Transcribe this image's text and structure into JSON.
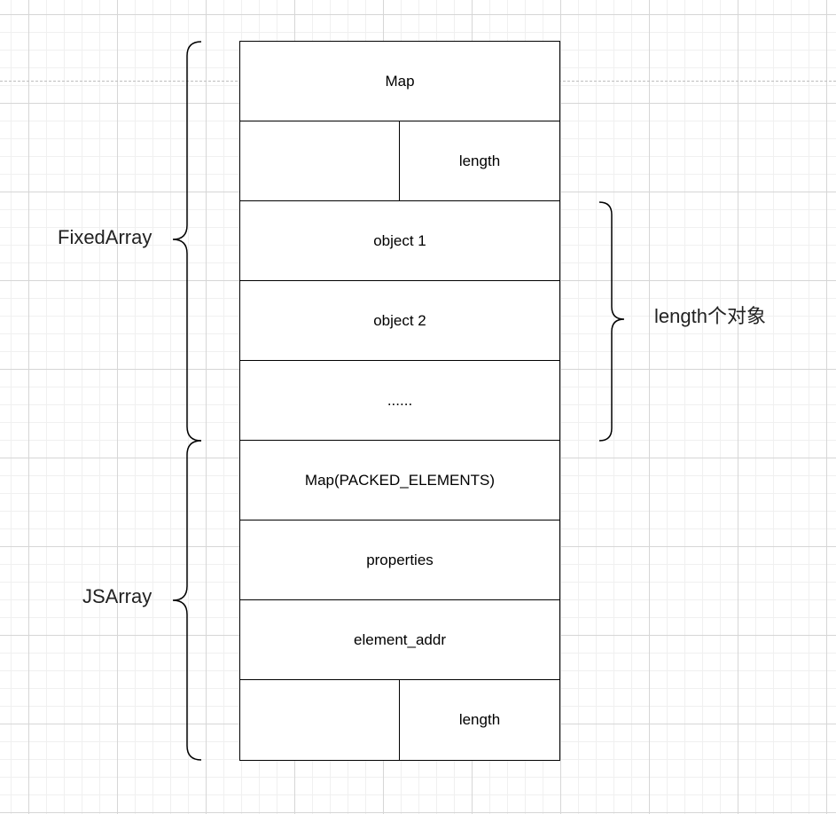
{
  "blocks": {
    "map": "Map",
    "length_top": "length",
    "object1": "object 1",
    "object2": "object 2",
    "ellipsis": "......",
    "map_packed": "Map(PACKED_ELEMENTS)",
    "properties": "properties",
    "element_addr": "element_addr",
    "length_bottom": "length"
  },
  "braces": {
    "fixedarray": "FixedArray",
    "jsarray": "JSArray",
    "length_objects": "length个对象"
  },
  "colors": {
    "stroke": "#000000",
    "grid_major": "#d6d6d6",
    "grid_minor": "#f0f0f0"
  }
}
